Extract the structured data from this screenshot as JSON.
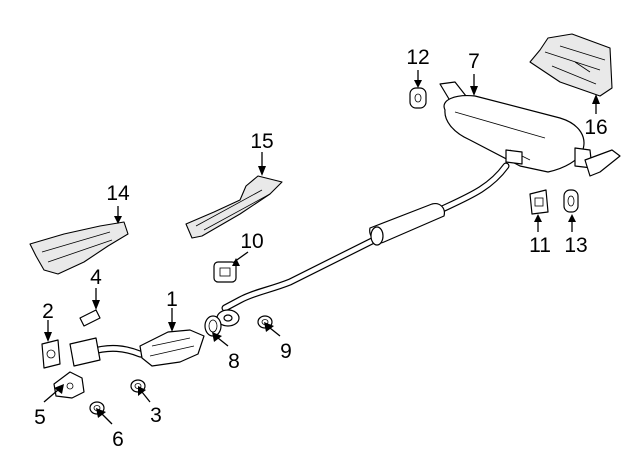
{
  "callouts": [
    {
      "id": "1",
      "part": "catalytic-converter-front-pipe"
    },
    {
      "id": "2",
      "part": "flange-gasket"
    },
    {
      "id": "3",
      "part": "nut"
    },
    {
      "id": "4",
      "part": "stud"
    },
    {
      "id": "5",
      "part": "support-bracket"
    },
    {
      "id": "6",
      "part": "nut"
    },
    {
      "id": "7",
      "part": "muffler-assembly"
    },
    {
      "id": "8",
      "part": "gasket-ring"
    },
    {
      "id": "9",
      "part": "nut"
    },
    {
      "id": "10",
      "part": "hanger-insulator"
    },
    {
      "id": "11",
      "part": "hanger-insulator"
    },
    {
      "id": "12",
      "part": "hanger-insulator"
    },
    {
      "id": "13",
      "part": "hanger-insulator"
    },
    {
      "id": "14",
      "part": "heat-shield-front"
    },
    {
      "id": "15",
      "part": "heat-shield-center"
    },
    {
      "id": "16",
      "part": "heat-shield-rear"
    }
  ]
}
